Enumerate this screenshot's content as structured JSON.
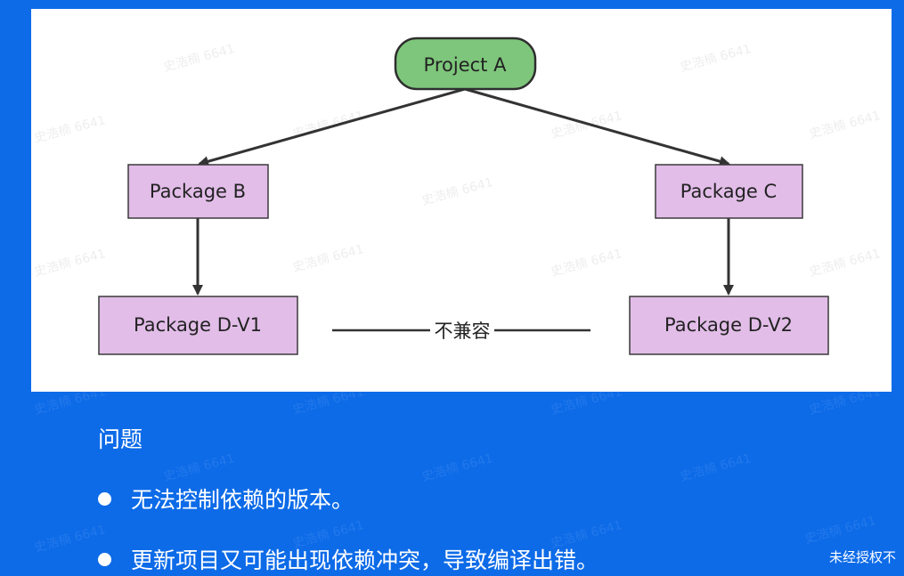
{
  "diagram": {
    "nodes": {
      "project_a": "Project A",
      "package_b": "Package B",
      "package_c": "Package C",
      "package_d_v1": "Package D-V1",
      "package_d_v2": "Package D-V2"
    },
    "conflict_label": "不兼容",
    "colors": {
      "root_fill": "#7ec67b",
      "root_stroke": "#2e2e2e",
      "package_fill": "#e2bde8",
      "package_stroke": "#3a3a3a",
      "arrow": "#333333"
    }
  },
  "content": {
    "heading": "问题",
    "bullets": [
      "无法控制依赖的版本。",
      "更新项目又可能出现依赖冲突，导致编译出错。"
    ]
  },
  "footer": {
    "note": "未经授权不"
  },
  "watermark": {
    "text": "史浩楠 6641"
  },
  "theme": {
    "background": "#0d6be8",
    "panel": "#ffffff"
  }
}
